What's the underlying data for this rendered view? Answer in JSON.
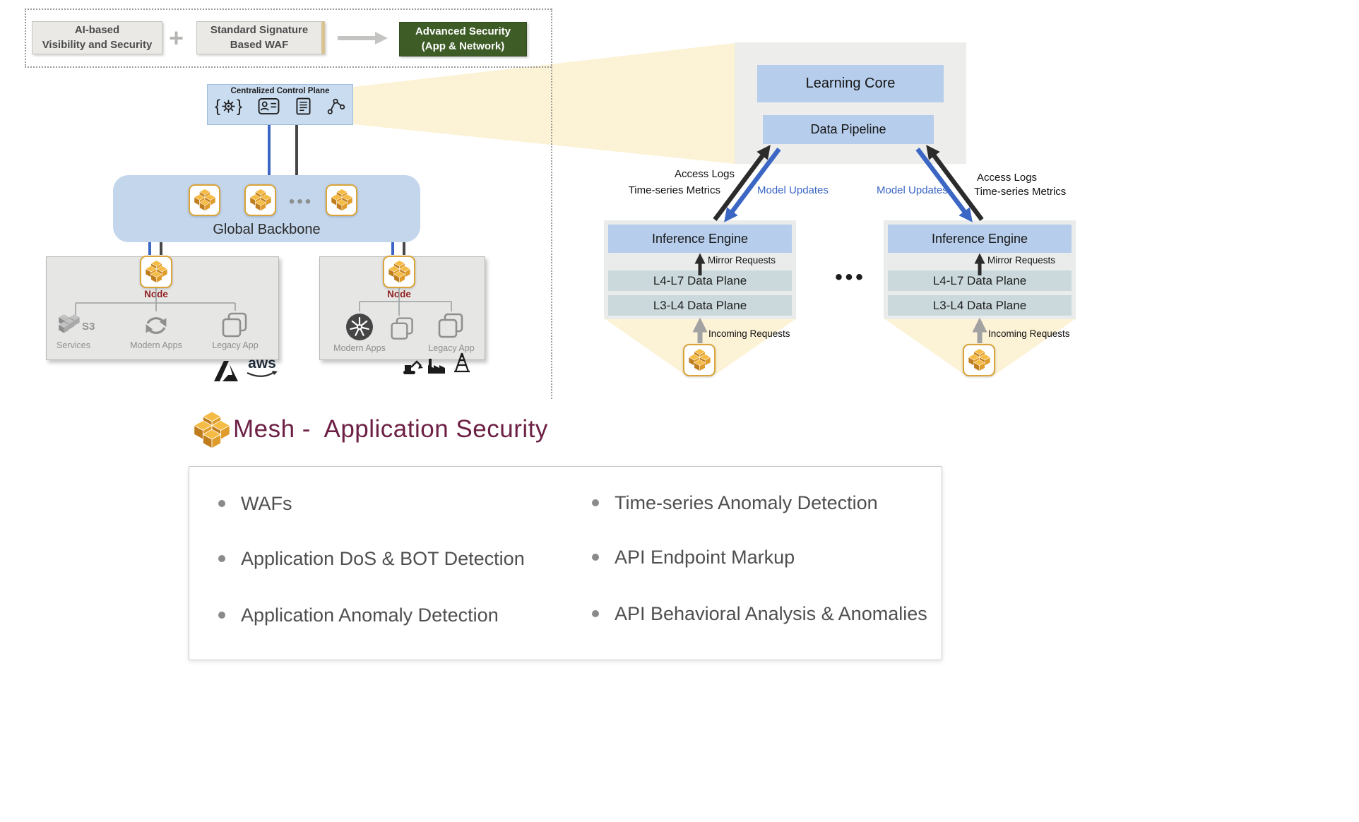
{
  "formula": {
    "ai_box": "AI-based\nVisibility and Security",
    "plus_sign": "+",
    "waf_box": "Standard Signature\nBased WAF",
    "advanced_box": "Advanced Security\n(App & Network)"
  },
  "control_plane": {
    "label": "Centralized Control Plane"
  },
  "backbone": {
    "label": "Global Backbone",
    "ellipsis": "•••"
  },
  "node_left": {
    "label": "Node",
    "s3_label": "S3",
    "services_label": "Services",
    "modern_apps_label": "Modern Apps",
    "legacy_app_label": "Legacy App"
  },
  "node_right": {
    "label": "Node",
    "modern_apps_label": "Modern Apps",
    "legacy_app_label": "Legacy App"
  },
  "logos": {
    "aws_text": "aws"
  },
  "detail": {
    "learning_core_label": "Learning Core",
    "data_pipeline_label": "Data Pipeline",
    "ellipsis": "•••",
    "left": {
      "access_logs": "Access Logs",
      "time_series_metrics": "Time-series Metrics",
      "model_updates": "Model Updates",
      "inference_engine": "Inference Engine",
      "mirror_requests": "Mirror Requests",
      "l4_l7": "L4-L7 Data Plane",
      "l3_l4": "L3-L4 Data Plane",
      "incoming_requests": "Incoming Requests"
    },
    "right": {
      "access_logs": "Access Logs",
      "time_series_metrics": "Time-series Metrics",
      "model_updates": "Model Updates",
      "inference_engine": "Inference Engine",
      "mirror_requests": "Mirror Requests",
      "l4_l7": "L4-L7 Data Plane",
      "l3_l4": "L3-L4 Data Plane",
      "incoming_requests": "Incoming Requests"
    }
  },
  "title": {
    "text": "Mesh -  Application Security"
  },
  "features": {
    "left": [
      "WAFs",
      "Application DoS & BOT Detection",
      "Application Anomaly Detection"
    ],
    "right": [
      "Time-series Anomaly Detection",
      "API Endpoint Markup",
      "API Behavioral Analysis & Anomalies"
    ]
  },
  "icons": {
    "mesh": "gold-mesh-cubes-icon",
    "control_plane": [
      "gear-braces-icon",
      "identity-card-icon",
      "policy-document-icon",
      "telemetry-graph-icon"
    ],
    "node_left": [
      "s3-services-icon",
      "refresh-modern-apps-icon",
      "legacy-app-squares-icon"
    ],
    "node_right": [
      "kubernetes-icon",
      "app-squares-icon",
      "legacy-app-squares-icon"
    ],
    "logos": [
      "azure-logo",
      "aws-logo"
    ],
    "industrial": [
      "excavator-icon",
      "factory-icon",
      "oil-derrick-icon"
    ]
  },
  "colors": {
    "box_blue": "#b6cdec",
    "backbone_blue": "#c3d6ec",
    "row_gray_blue": "#cbd9dc",
    "arrow_blue": "#3b66c4",
    "arrow_black": "#2b2b2b",
    "arrow_gray": "#a2a2a2",
    "advanced_green": "#3e5c26",
    "title_maroon": "#6d2144",
    "node_label_red": "#8e1f1f",
    "mesh_gold": "#d9a43a",
    "beam_yellow": "#fcf2d5"
  }
}
